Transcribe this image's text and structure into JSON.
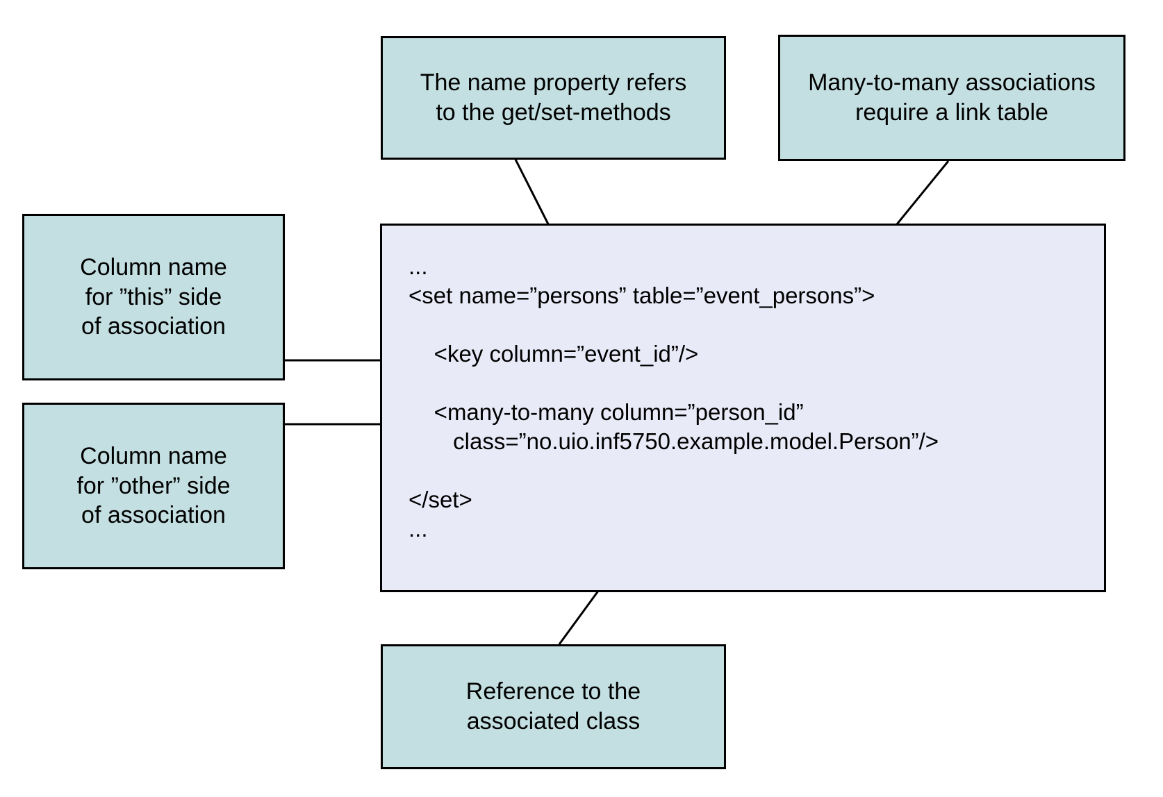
{
  "callouts": {
    "name_property": {
      "lines": [
        "The name property refers",
        "to the get/set-methods"
      ]
    },
    "link_table": {
      "lines": [
        "Many-to-many associations",
        "require a link table"
      ]
    },
    "this_side": {
      "lines": [
        "Column name",
        "for ”this” side",
        "of association"
      ]
    },
    "other_side": {
      "lines": [
        "Column name",
        "for ”other” side",
        "of association"
      ]
    },
    "reference": {
      "lines": [
        "Reference to the",
        "associated class"
      ]
    }
  },
  "code": {
    "lines": [
      "...",
      "<set name=”persons” table=”event_persons”>",
      "",
      "    <key column=”event_id”/>",
      "",
      "    <many-to-many column=”person_id”",
      "       class=”no.uio.inf5750.example.model.Person”/>",
      "",
      "</set>",
      "..."
    ]
  },
  "colors": {
    "callout_fill": "#c3dfe1",
    "code_fill": "#e9eaf8",
    "line_color": "#000000"
  }
}
